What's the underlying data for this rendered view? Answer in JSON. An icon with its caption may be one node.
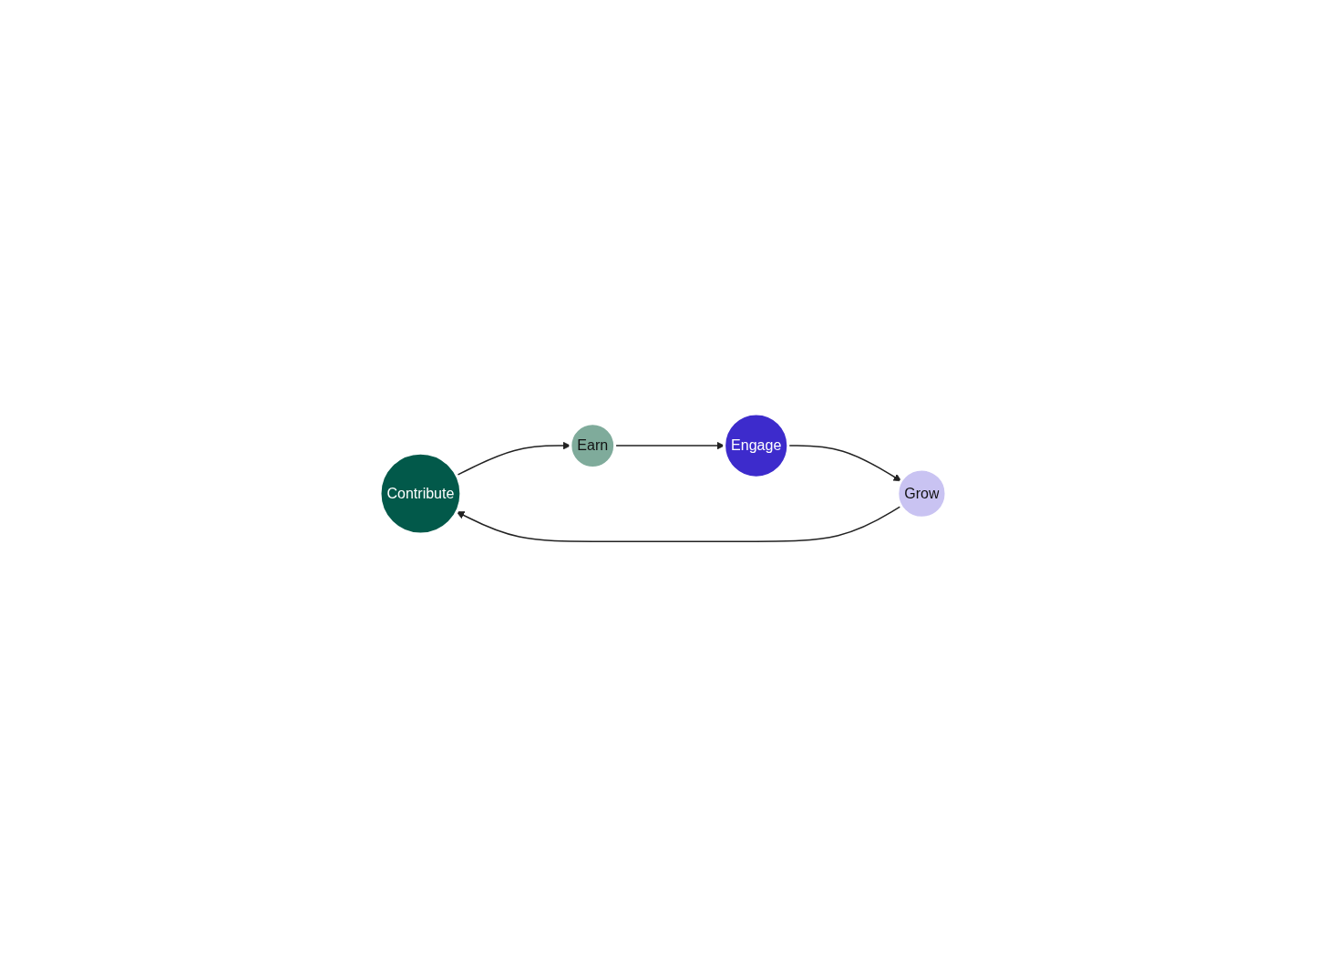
{
  "diagram": {
    "nodes": [
      {
        "text": [
          "Contribute"
        ]
      },
      {
        "text": [
          "Earn"
        ]
      },
      {
        "text": [
          "Engage"
        ]
      },
      {
        "text": [
          "Grow"
        ]
      }
    ],
    "edges": [
      {
        "from": 0,
        "to": 1,
        "arrow": "to"
      },
      {
        "from": 1,
        "to": 2,
        "arrow": "to"
      },
      {
        "from": 2,
        "to": 3,
        "arrow": "to"
      },
      {
        "from": 3,
        "to": 0,
        "arrow": "to"
      }
    ]
  }
}
